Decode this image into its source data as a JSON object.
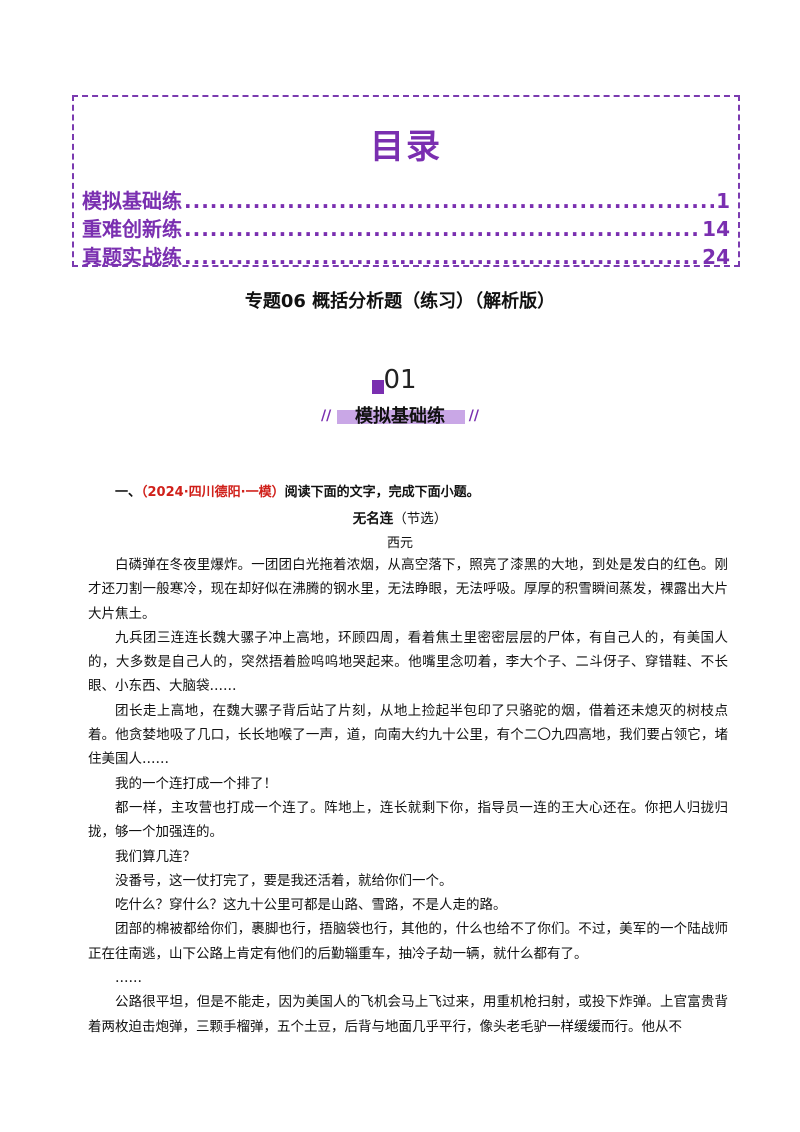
{
  "toc": {
    "title": "目录",
    "items": [
      {
        "label": "模拟基础练",
        "page": "1"
      },
      {
        "label": "重难创新练",
        "page": "14"
      },
      {
        "label": "真题实战练",
        "page": "24"
      }
    ]
  },
  "doc_title": "专题06  概括分析题（练习）（解析版）",
  "section": {
    "number": "01",
    "label": "模拟基础练"
  },
  "question": {
    "prefix": "一、",
    "source": "（2024·四川德阳·一模）",
    "instruction": "阅读下面的文字，完成下面小题。"
  },
  "story": {
    "title": "无名连",
    "subtitle": "（节选）",
    "author": "西元",
    "paragraphs": [
      "白磷弹在冬夜里爆炸。一团团白光拖着浓烟，从高空落下，照亮了漆黑的大地，到处是发白的红色。刚才还刀割一般寒冷，现在却好似在沸腾的钢水里，无法睁眼，无法呼吸。厚厚的积雪瞬间蒸发，裸露出大片大片焦土。",
      "九兵团三连连长魏大骡子冲上高地，环顾四周，看着焦土里密密层层的尸体，有自己人的，有美国人的，大多数是自己人的，突然捂着脸呜呜地哭起来。他嘴里念叨着，李大个子、二斗伢子、穿错鞋、不长眼、小东西、大脑袋……",
      "团长走上高地，在魏大骡子背后站了片刻，从地上捡起半包印了只骆驼的烟，借着还未熄灭的树枝点着。他贪婪地吸了几口，长长地喉了一声，道，向南大约九十公里，有个二〇九四高地，我们要占领它，堵住美国人……",
      "我的一个连打成一个排了！",
      "都一样，主攻营也打成一个连了。阵地上，连长就剩下你，指导员一连的王大心还在。你把人归拢归拢，够一个加强连的。",
      "我们算几连？",
      "没番号，这一仗打完了，要是我还活着，就给你们一个。",
      "吃什么？穿什么？这九十公里可都是山路、雪路，不是人走的路。",
      "团部的棉被都给你们，裹脚也行，捂脑袋也行，其他的，什么也给不了你们。不过，美军的一个陆战师正在往南逃，山下公路上肯定有他们的后勤辎重车，抽冷子劫一辆，就什么都有了。",
      "……",
      "公路很平坦，但是不能走，因为美国人的飞机会马上飞过来，用重机枪扫射，或投下炸弹。上官富贵背着两枚迫击炮弹，三颗手榴弹，五个土豆，后背与地面几乎平行，像头老毛驴一样缓缓而行。他从不"
    ]
  }
}
